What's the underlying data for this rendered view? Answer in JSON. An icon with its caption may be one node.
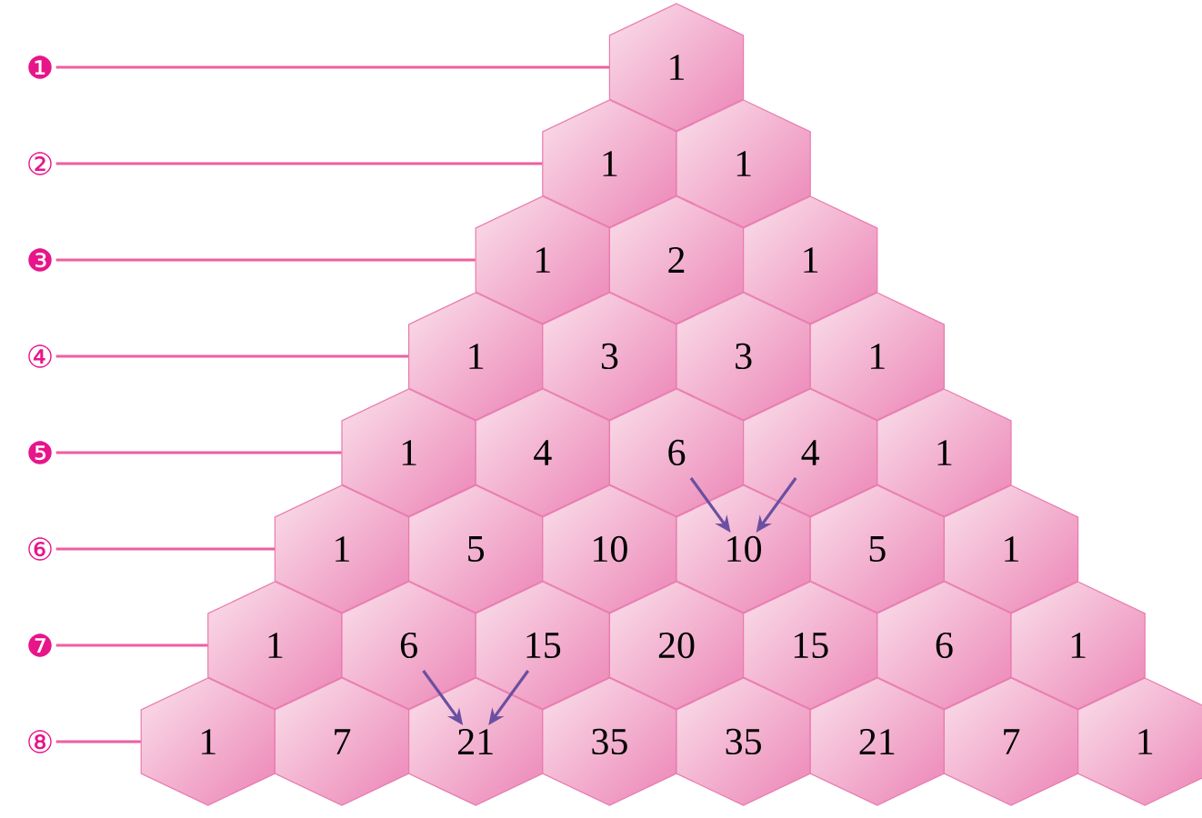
{
  "diagram": {
    "nodes": [
      {
        "text": [
          "❶"
        ]
      },
      {
        "text": [
          "1"
        ]
      },
      {
        "text": [
          "②"
        ]
      },
      {
        "text": [
          "1"
        ]
      },
      {
        "text": [
          "1"
        ]
      },
      {
        "text": [
          "❸"
        ]
      },
      {
        "text": [
          "1"
        ]
      },
      {
        "text": [
          "2"
        ]
      },
      {
        "text": [
          "1"
        ]
      },
      {
        "text": [
          "④"
        ]
      },
      {
        "text": [
          "1"
        ]
      },
      {
        "text": [
          "3"
        ]
      },
      {
        "text": [
          "3"
        ]
      },
      {
        "text": [
          "1"
        ]
      },
      {
        "text": [
          "❺"
        ]
      },
      {
        "text": [
          "1"
        ]
      },
      {
        "text": [
          "4"
        ]
      },
      {
        "text": [
          "6"
        ]
      },
      {
        "text": [
          "4"
        ]
      },
      {
        "text": [
          "1"
        ]
      },
      {
        "text": [
          "⑥"
        ]
      },
      {
        "text": [
          "1"
        ]
      },
      {
        "text": [
          "5"
        ]
      },
      {
        "text": [
          "10"
        ]
      },
      {
        "text": [
          "10"
        ]
      },
      {
        "text": [
          "5"
        ]
      },
      {
        "text": [
          "1"
        ]
      },
      {
        "text": [
          "❼"
        ]
      },
      {
        "text": [
          "1"
        ]
      },
      {
        "text": [
          "6"
        ]
      },
      {
        "text": [
          "15"
        ]
      },
      {
        "text": [
          "20"
        ]
      },
      {
        "text": [
          "15"
        ]
      },
      {
        "text": [
          "6"
        ]
      },
      {
        "text": [
          "1"
        ]
      },
      {
        "text": [
          "⑧"
        ]
      },
      {
        "text": [
          "1"
        ]
      },
      {
        "text": [
          "7"
        ]
      },
      {
        "text": [
          "21"
        ]
      },
      {
        "text": [
          "35"
        ]
      },
      {
        "text": [
          "35"
        ]
      },
      {
        "text": [
          "21"
        ]
      },
      {
        "text": [
          "7"
        ]
      },
      {
        "text": [
          "1"
        ]
      }
    ],
    "edges": [
      {
        "from": 0,
        "to": 1,
        "arrow": "none"
      },
      {
        "from": 2,
        "to": 3,
        "arrow": "none"
      },
      {
        "from": 5,
        "to": 6,
        "arrow": "none"
      },
      {
        "from": 9,
        "to": 10,
        "arrow": "none"
      },
      {
        "from": 14,
        "to": 15,
        "arrow": "none"
      },
      {
        "from": 20,
        "to": 21,
        "arrow": "none"
      },
      {
        "from": 27,
        "to": 28,
        "arrow": "none"
      },
      {
        "from": 35,
        "to": 36,
        "arrow": "none"
      },
      {
        "from": 17,
        "to": 24,
        "arrow": "to",
        "color": "#6b4fa0"
      },
      {
        "from": 18,
        "to": 24,
        "arrow": "to",
        "color": "#6b4fa0"
      },
      {
        "from": 29,
        "to": 38,
        "arrow": "to",
        "color": "#6b4fa0"
      },
      {
        "from": 30,
        "to": 38,
        "arrow": "to",
        "color": "#6b4fa0"
      }
    ]
  }
}
